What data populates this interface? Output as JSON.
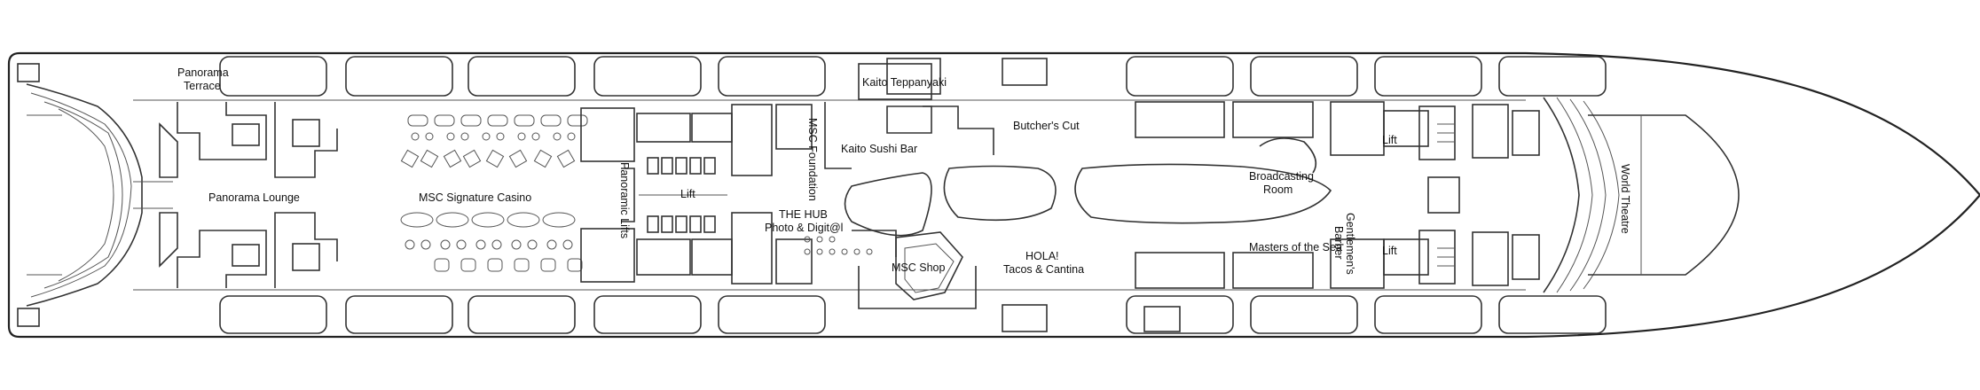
{
  "deck_plan": {
    "venues": {
      "panorama_terrace": [
        "Panorama",
        "Terrace"
      ],
      "panorama_lounge": "Panorama Lounge",
      "msc_signature_casino": "MSC Signature Casino",
      "panoramic_lifts": "Panoramic Lifts",
      "lift_midship": "Lift",
      "msc_foundation": "MSC Foundation",
      "kaito_teppanyaki": "Kaito Teppanyaki",
      "kaito_sushi_bar": "Kaito Sushi Bar",
      "the_hub": [
        "THE HUB",
        "Photo & Digit@l"
      ],
      "msc_shop": "MSC Shop",
      "butchers_cut": "Butcher's Cut",
      "hola_tacos": [
        "HOLA!",
        "Tacos & Cantina"
      ],
      "broadcasting_room": [
        "Broadcasting",
        "Room"
      ],
      "masters_of_the_sea": "Masters of the Sea",
      "gentlemens_barber": [
        "Gentlemen's",
        "Barber"
      ],
      "lift_forward_upper": "Lift",
      "lift_forward_lower": "Lift",
      "world_theatre": "World Theatre"
    }
  }
}
